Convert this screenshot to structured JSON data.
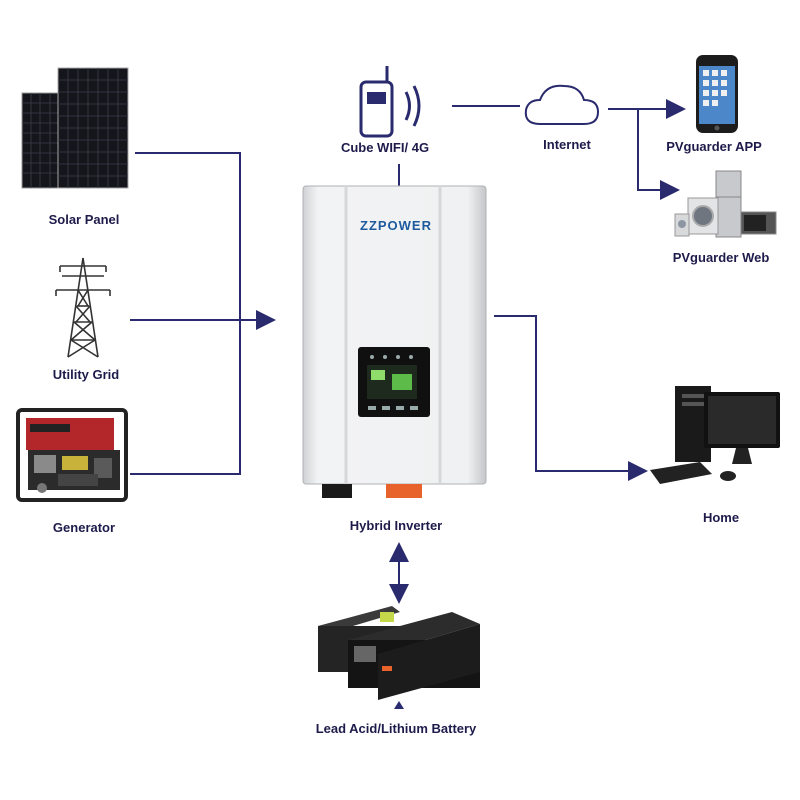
{
  "labels": {
    "solar_panel": "Solar Panel",
    "utility_grid": "Utility Grid",
    "generator": "Generator",
    "cube_wifi": "Cube WIFI/ 4G",
    "internet": "Internet",
    "pvguarder_app": "PVguarder APP",
    "pvguarder_web": "PVguarder Web",
    "hybrid_inverter": "Hybrid Inverter",
    "home": "Home",
    "battery": "Lead Acid/Lithium Battery"
  },
  "inverter": {
    "brand": "ZZPOWER"
  },
  "colors": {
    "line": "#2a2a6e",
    "label": "#1e1b4b",
    "accent_orange": "#e8622c",
    "brand_green": "#3aa64a"
  }
}
